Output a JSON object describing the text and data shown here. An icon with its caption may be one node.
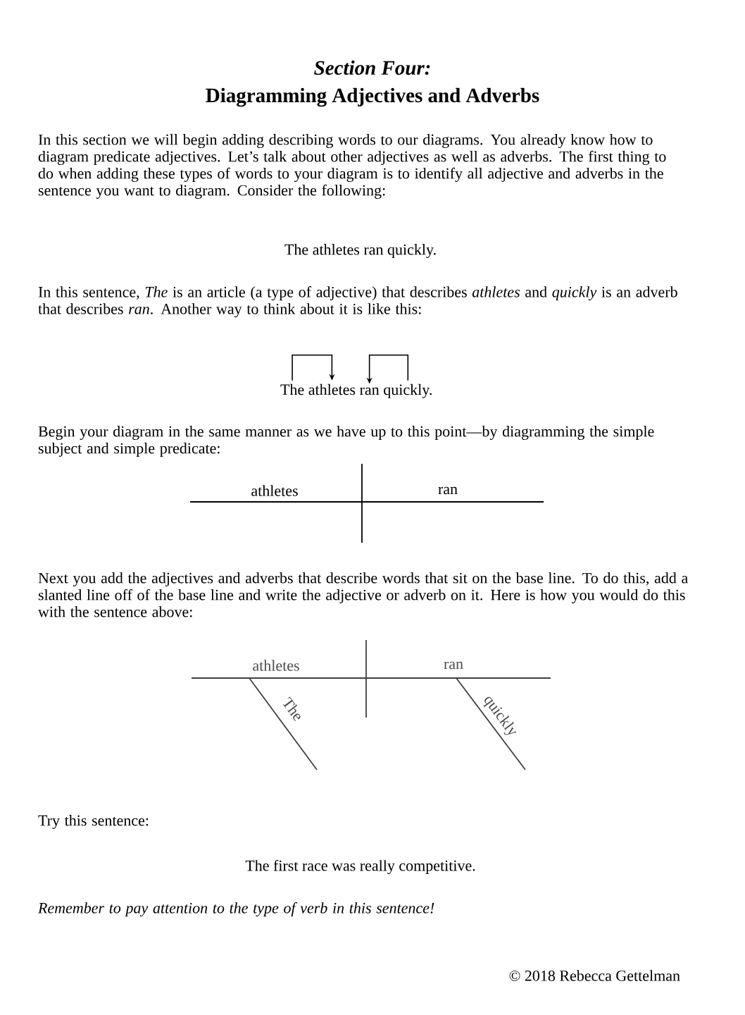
{
  "diagram": {
    "title": "Diagramming Adjectives and Adverbs",
    "nodes": [
      {
        "text": [
          "The"
        ]
      },
      {
        "text": [
          "athletes"
        ]
      },
      {
        "text": [
          "ran"
        ]
      },
      {
        "text": [
          "quickly."
        ]
      }
    ],
    "edges": [
      {
        "from": 0,
        "to": 1,
        "arrow": "to"
      },
      {
        "from": 3,
        "to": 2,
        "arrow": "to"
      }
    ],
    "labels": [
      "Section Four:",
      "In this section we will begin adding describing words to our diagrams. You already know how to diagram predicate adjectives. Let’s talk about other adjectives as well as adverbs. The first thing to do when adding these types of words to your diagram is to identify all adjective and adverbs in the sentence you want to diagram. Consider the following:",
      "The athletes ran quickly.",
      "In this sentence, *The* is an article (a type of adjective) that describes *athletes* and *quickly* is an adverb that describes *ran*. Another way to think about it is like this:",
      "Begin your diagram in the same manner as we have up to this point—by diagramming the simple subject and simple predicate:",
      "athletes",
      "ran",
      "Next you add the adjectives and adverbs that describe words that sit on the base line. To do this, add a slanted line off of the base line and write the adjective or adverb on it. Here is how you would do this with the sentence above:",
      "athletes",
      "ran",
      "The",
      "quickly",
      "Try this sentence:",
      "The first race was really competitive.",
      "Remember to pay attention to the type of verb in this sentence!",
      "© 2018 Rebecca Gettelman"
    ]
  }
}
